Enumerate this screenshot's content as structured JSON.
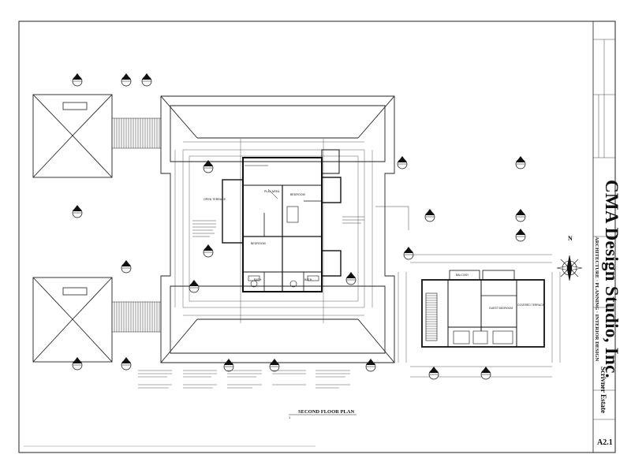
{
  "title_block": {
    "firm_name": "CMA Design Studio, Inc.",
    "services": "ARCHITECTURE · PLANNING · INTERIOR DESIGN",
    "project_name": "Scrivner Estate",
    "sheet_number": "A2.1"
  },
  "drawing": {
    "caption_number": "1",
    "caption_title": "SECOND FLOOR PLAN",
    "north_label": "N"
  },
  "rooms": [
    "OPEN TERRACE",
    "PLAY AREA",
    "BEDROOM",
    "BEDROOM",
    "BATH",
    "BATH",
    "GUEST BEDROOM",
    "BALCONY",
    "COVERED TERRACE"
  ]
}
